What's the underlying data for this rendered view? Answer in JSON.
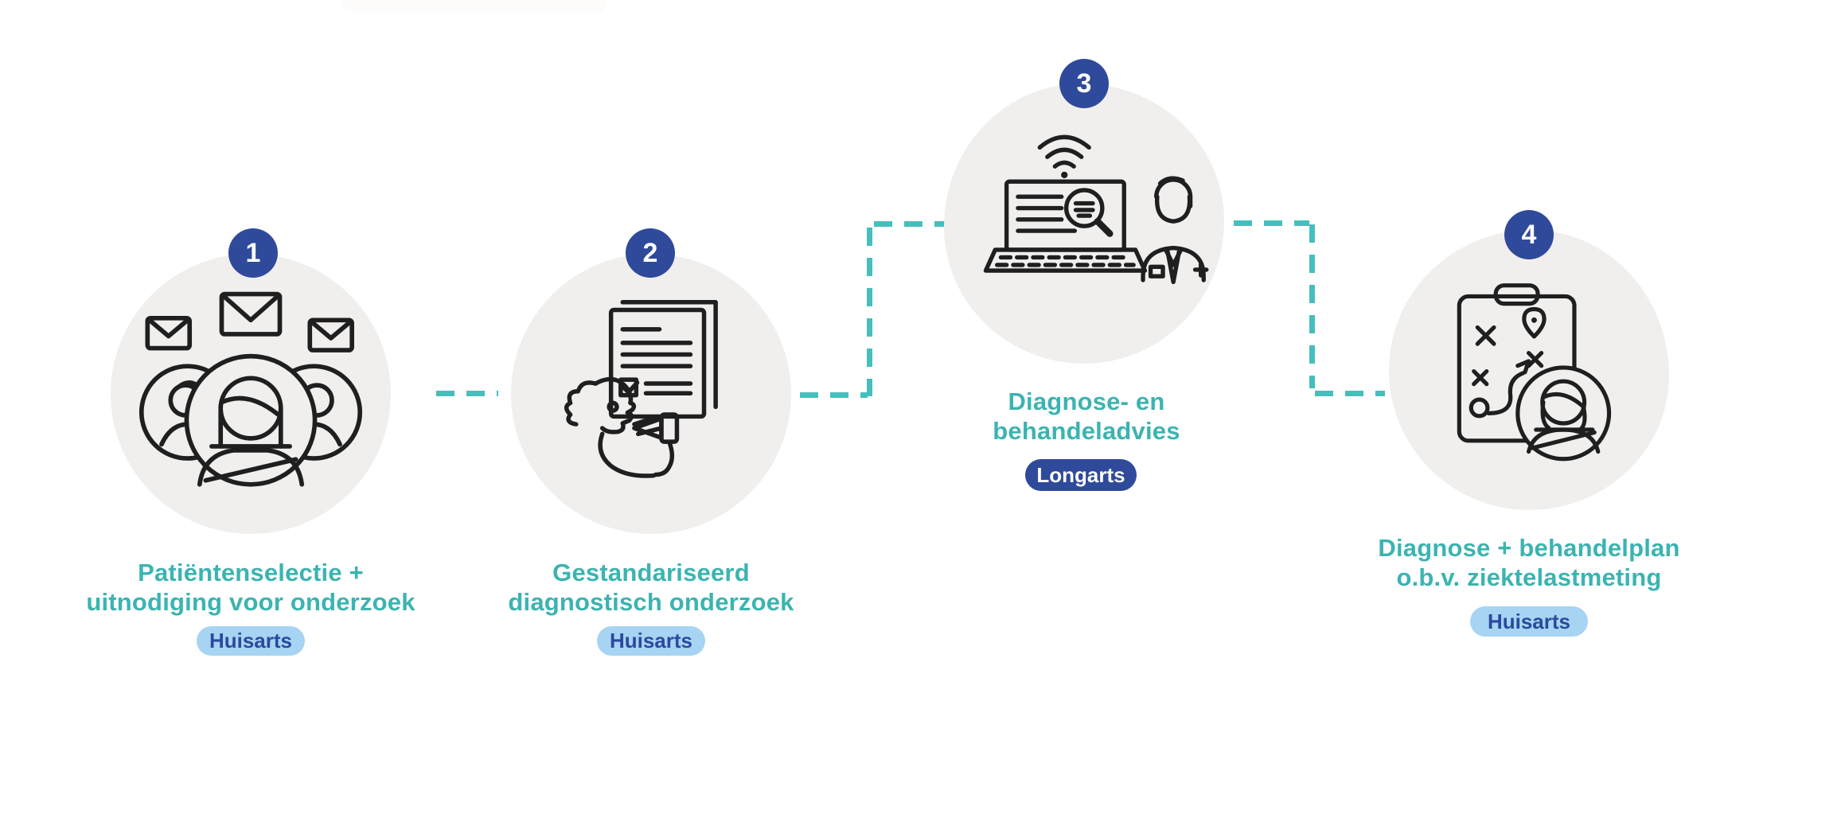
{
  "diagram": {
    "type": "process-flow",
    "language": "nl",
    "steps": [
      {
        "number": "1",
        "title_line1": "Patiëntenselectie +",
        "title_line2": "uitnodiging voor onderzoek",
        "badge": "Huisarts",
        "badge_style": "light",
        "icon": "patients-invitation-icon"
      },
      {
        "number": "2",
        "title_line1": "Gestandariseerd",
        "title_line2": "diagnostisch onderzoek",
        "badge": "Huisarts",
        "badge_style": "light",
        "icon": "spirometry-test-icon"
      },
      {
        "number": "3",
        "title_line1": "Diagnose- en",
        "title_line2": "behandeladvies",
        "badge": "Longarts",
        "badge_style": "dark",
        "icon": "laptop-telediagnosis-icon"
      },
      {
        "number": "4",
        "title_line1": "Diagnose + behandelplan",
        "title_line2": "o.b.v. ziektelastmeting",
        "badge": "Huisarts",
        "badge_style": "light",
        "icon": "treatment-plan-icon"
      }
    ],
    "colors": {
      "background": "#FFFFFF",
      "step_number_bg": "#2F4A9B",
      "step_number_text": "#FFFFFF",
      "title_text": "#3BB4B1",
      "badge_light_bg": "#A6D4F2",
      "badge_light_text": "#2B4A9E",
      "badge_dark_bg": "#2F4A9B",
      "badge_dark_text": "#FFFFFF",
      "circle_bg": "#F0EFED",
      "connector": "#46BFBC",
      "icon_stroke": "#1F1F1F"
    }
  }
}
